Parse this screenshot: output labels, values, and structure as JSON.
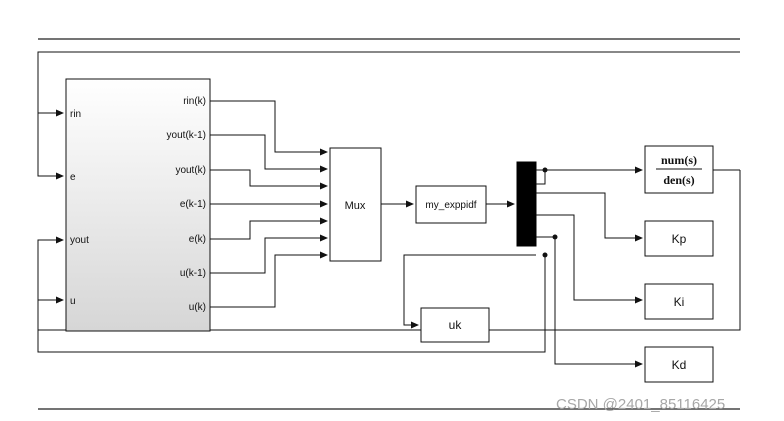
{
  "subsystem": {
    "inputs": [
      "rin",
      "e",
      "yout",
      "u"
    ],
    "outputs": [
      "rin(k)",
      "yout(k-1)",
      "yout(k)",
      "e(k-1)",
      "e(k)",
      "u(k-1)",
      "u(k)"
    ]
  },
  "mux": {
    "label": "Mux"
  },
  "fcn": {
    "label": "my_exppidf"
  },
  "transfer_fn": {
    "numerator": "num(s)",
    "denominator": "den(s)"
  },
  "scopes": {
    "kp": "Kp",
    "ki": "Ki",
    "kd": "Kd",
    "uk": "uk"
  },
  "watermark": "CSDN @2401_85116425",
  "colors": {
    "line": "#111111",
    "demux_bar": "#000000",
    "gradient_top": "#ffffff",
    "gradient_bottom": "#d6d6d6"
  }
}
